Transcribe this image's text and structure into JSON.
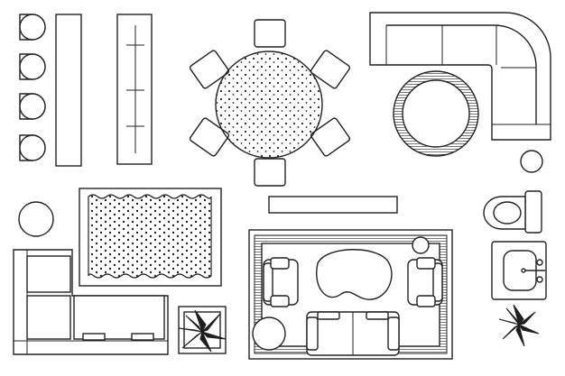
{
  "palette": {
    "line": "#222222",
    "fill": "#ffffff",
    "accent": "#1e1e1e"
  },
  "plan": {
    "bar_stools": 4,
    "dining_chairs": 6,
    "plants": 2
  }
}
